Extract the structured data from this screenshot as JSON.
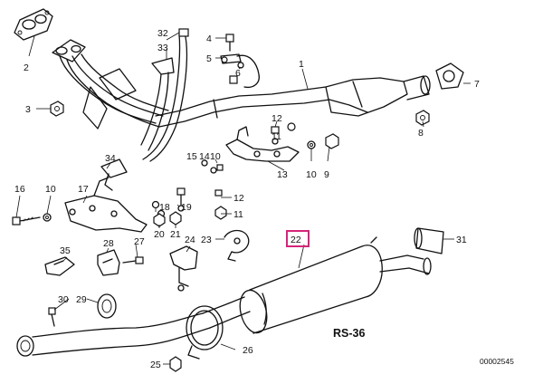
{
  "diagram": {
    "code": "RS-36",
    "doc_number": "00002545",
    "highlighted_part": "22",
    "highlight_color": "#d6257a",
    "callouts": {
      "c1": "1",
      "c2": "2",
      "c3": "3",
      "c4": "4",
      "c5": "5",
      "c6": "6",
      "c7": "7",
      "c8": "8",
      "c9": "9",
      "c10a": "10",
      "c10b": "10",
      "c11": "11",
      "c12a": "12",
      "c12b": "12",
      "c13": "13",
      "c14": "14",
      "c15": "15",
      "c16": "16",
      "c17": "17",
      "c18": "18",
      "c19": "19",
      "c20": "20",
      "c21": "21",
      "c22": "22",
      "c23": "23",
      "c24": "24",
      "c25": "25",
      "c26": "26",
      "c27": "27",
      "c28": "28",
      "c29": "29",
      "c30": "30",
      "c31": "31",
      "c32": "32",
      "c33": "33",
      "c34": "34",
      "c35": "35"
    }
  }
}
